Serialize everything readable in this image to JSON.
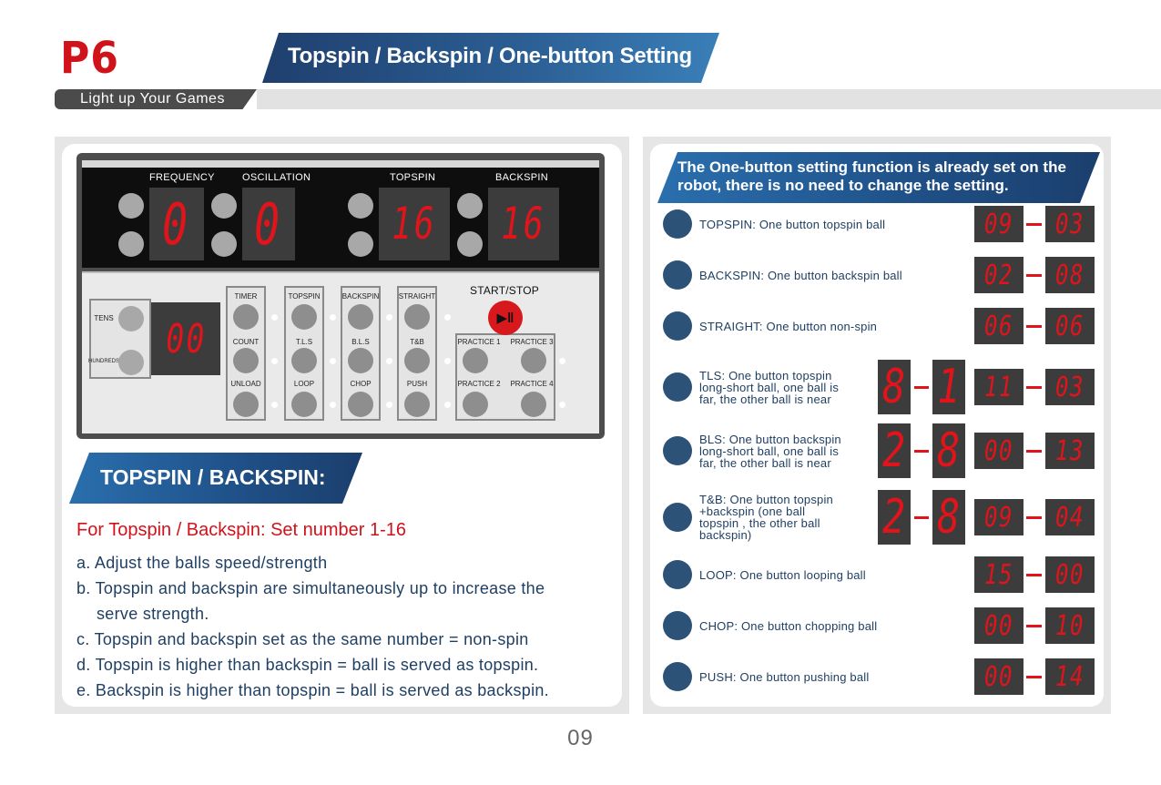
{
  "header": {
    "brand": "P6",
    "tagline": "Light up Your Games",
    "title": "Topspin / Backspin / One-button Setting"
  },
  "console": {
    "display_labels": [
      "FREQUENCY",
      "OSCILLATION",
      "TOPSPIN",
      "BACKSPIN"
    ],
    "displays": [
      "0",
      "0",
      "16",
      "16"
    ],
    "tens_label": "TENS",
    "hundreds_label": "HUNDREDS",
    "small_display": "00",
    "start_stop": "START/STOP",
    "start_icon": "▶‖",
    "columns": [
      [
        "TIMER",
        "COUNT",
        "UNLOAD"
      ],
      [
        "TOPSPIN",
        "T.L.S",
        "LOOP"
      ],
      [
        "BACKSPIN",
        "B.L.S",
        "CHOP"
      ],
      [
        "STRAIGHT",
        "T&B",
        "PUSH"
      ]
    ],
    "practice": [
      "PRACTICE 1",
      "PRACTICE 3",
      "PRACTICE 2",
      "PRACTICE 4"
    ]
  },
  "left": {
    "section_title": "TOPSPIN / BACKSPIN:",
    "red_heading": "For Topspin / Backspin: Set number 1-16",
    "lines": [
      "a. Adjust the balls speed/strength",
      "b. Topspin and backspin are simultaneously up to increase the",
      "serve strength.",
      "c. Topspin and backspin set as the same number = non-spin",
      "d. Topspin is higher than backspin = ball is served as topspin.",
      "e. Backspin is higher than topspin = ball is served as backspin."
    ]
  },
  "right": {
    "note": "The One-button setting function is already set on the robot, there is no need to change the setting.",
    "rows": [
      {
        "lines": [
          "TOPSPIN: One button topspin ball"
        ],
        "big": [],
        "values": [
          "09",
          "03"
        ]
      },
      {
        "lines": [
          "BACKSPIN: One button backspin ball"
        ],
        "big": [],
        "values": [
          "02",
          "08"
        ]
      },
      {
        "lines": [
          "STRAIGHT: One button non-spin"
        ],
        "big": [],
        "values": [
          "06",
          "06"
        ]
      },
      {
        "lines": [
          "TLS: One button topspin",
          "long-short ball, one ball is",
          "far, the other ball is near"
        ],
        "big": [
          "8",
          "1"
        ],
        "values": [
          "11",
          "03"
        ]
      },
      {
        "lines": [
          "BLS: One button backspin",
          "long-short ball, one ball is",
          " far, the other ball is near"
        ],
        "big": [
          "2",
          "8"
        ],
        "values": [
          "00",
          "13"
        ]
      },
      {
        "lines": [
          "T&B: One button topspin",
          "+backspin (one ball",
          "topspin , the other ball",
          "backspin)"
        ],
        "big": [
          "2",
          "8"
        ],
        "values": [
          "09",
          "04"
        ]
      },
      {
        "lines": [
          "LOOP: One button looping ball"
        ],
        "big": [],
        "values": [
          "15",
          "00"
        ]
      },
      {
        "lines": [
          "CHOP: One button chopping ball"
        ],
        "big": [],
        "values": [
          "00",
          "10"
        ]
      },
      {
        "lines": [
          "PUSH: One button pushing ball"
        ],
        "big": [],
        "values": [
          "00",
          "14"
        ]
      }
    ]
  },
  "footer": {
    "page_number": "09"
  },
  "colors": {
    "brand_red": "#d0121b",
    "navy": "#1f3f63",
    "led_red": "#e0141b"
  }
}
